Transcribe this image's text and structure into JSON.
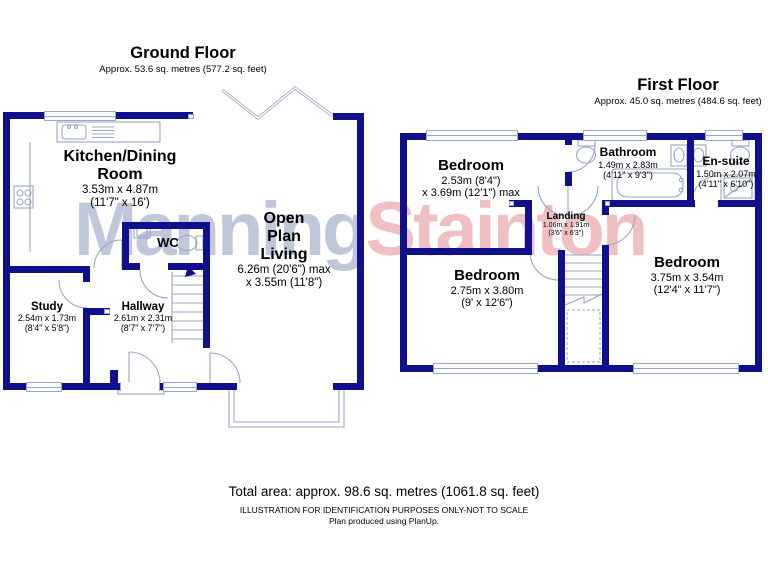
{
  "watermark": {
    "part1": "Manning",
    "part2": "Stainton"
  },
  "colors": {
    "wall": "#10108c",
    "line": "#9aa6c6",
    "watermark_blue": "#bfc8db",
    "watermark_pink": "#f0bfc2"
  },
  "ground_floor": {
    "title": "Ground Floor",
    "subtitle": "Approx. 53.6 sq. metres (577.2 sq. feet)",
    "rooms": {
      "kitchen": {
        "name": "Kitchen/Dining Room",
        "dim1": "3.53m x 4.87m",
        "dim2": "(11'7\" x 16')"
      },
      "open_plan": {
        "name": "Open Plan Living",
        "dim1": "6.26m (20'6\") max",
        "dim2": "x 3.55m (11'8\")"
      },
      "wc": {
        "name": "WC"
      },
      "study": {
        "name": "Study",
        "dim1": "2.54m x 1.73m",
        "dim2": "(8'4\" x 5'8\")"
      },
      "hallway": {
        "name": "Hallway",
        "dim1": "2.61m x 2.31m",
        "dim2": "(8'7\" x 7'7\")"
      }
    }
  },
  "first_floor": {
    "title": "First Floor",
    "subtitle": "Approx. 45.0 sq. metres (484.6 sq. feet)",
    "rooms": {
      "bedroom_front": {
        "name": "Bedroom",
        "dim1": "2.53m (8'4\")",
        "dim2": "x 3.69m (12'1\") max"
      },
      "bedroom_back": {
        "name": "Bedroom",
        "dim1": "2.75m x 3.80m",
        "dim2": "(9' x 12'6\")"
      },
      "bedroom_main": {
        "name": "Bedroom",
        "dim1": "3.75m x 3.54m",
        "dim2": "(12'4\" x 11'7\")"
      },
      "bathroom": {
        "name": "Bathroom",
        "dim1": "1.49m x 2.83m",
        "dim2": "(4'11\" x 9'3\")"
      },
      "ensuite": {
        "name": "En-suite",
        "dim1": "1.50m x 2.07m",
        "dim2": "(4'11\" x 6'10\")"
      },
      "landing": {
        "name": "Landing",
        "dim1": "1.06m x 1.91m",
        "dim2": "(3'6\" x 6'3\")"
      }
    }
  },
  "footer": {
    "total_area": "Total area: approx. 98.6 sq. metres (1061.8 sq. feet)",
    "disclaimer": "ILLUSTRATION FOR IDENTIFICATION PURPOSES ONLY-NOT TO SCALE",
    "credit": "Plan produced using PlanUp."
  }
}
